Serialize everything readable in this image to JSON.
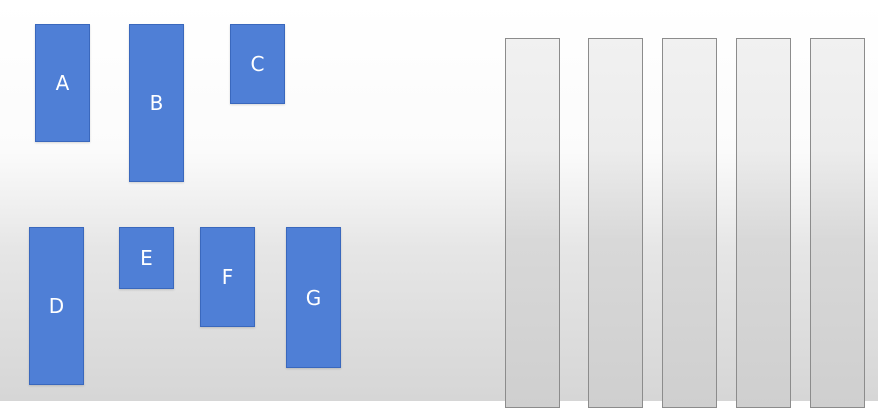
{
  "blocks": [
    {
      "id": "a",
      "label": "A"
    },
    {
      "id": "b",
      "label": "B"
    },
    {
      "id": "c",
      "label": "C"
    },
    {
      "id": "d",
      "label": "D"
    },
    {
      "id": "e",
      "label": "E"
    },
    {
      "id": "f",
      "label": "F"
    },
    {
      "id": "g",
      "label": "G"
    }
  ],
  "columns": [
    {
      "id": "1"
    },
    {
      "id": "2"
    },
    {
      "id": "3"
    },
    {
      "id": "4"
    },
    {
      "id": "5"
    }
  ],
  "colors": {
    "block_fill": "#4f7fd6",
    "block_text": "#ffffff",
    "column_border": "#8c8c8c"
  }
}
